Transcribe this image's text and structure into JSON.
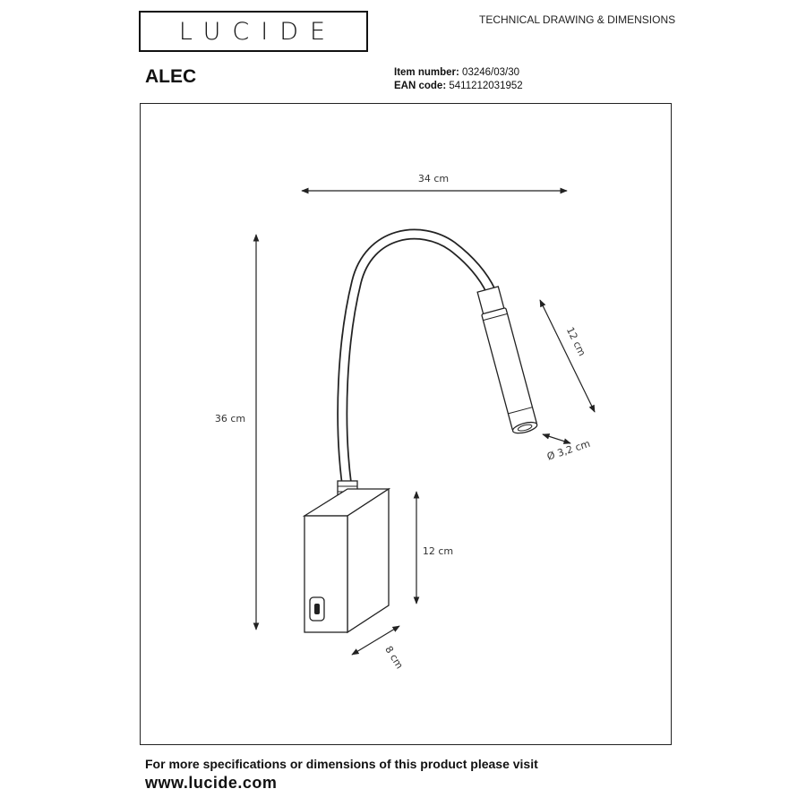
{
  "header": {
    "logo_text": "LUCIDE",
    "title": "TECHNICAL DRAWING & DIMENSIONS"
  },
  "product": {
    "name": "ALEC",
    "item_number_label": "Item number:",
    "item_number": "03246/03/30",
    "ean_label": "EAN code:",
    "ean": "5411212031952"
  },
  "dimensions": {
    "width": "34 cm",
    "height": "36 cm",
    "head_length": "12 cm",
    "head_diameter": "Ø 3,2 cm",
    "base_height": "12 cm",
    "base_depth": "8 cm"
  },
  "footer": {
    "line1": "For more specifications or dimensions of this product please visit",
    "url": "www.lucide.com"
  }
}
